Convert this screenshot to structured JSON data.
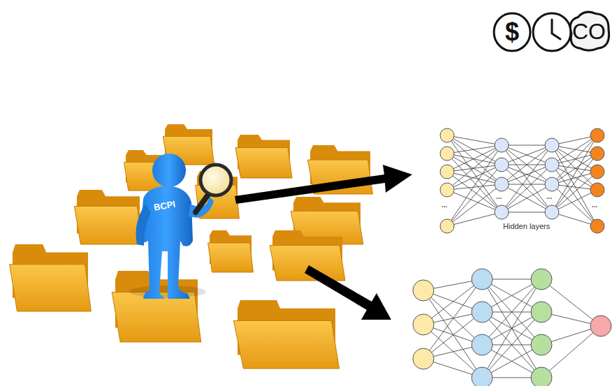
{
  "diagram": {
    "nodes": [
      {
        "text": [
          "$"
        ]
      },
      {
        "text": [
          "CO"
        ]
      }
    ],
    "labels": [
      "BCPI",
      "...",
      "...",
      "...",
      "...",
      "Hidden layers"
    ]
  }
}
